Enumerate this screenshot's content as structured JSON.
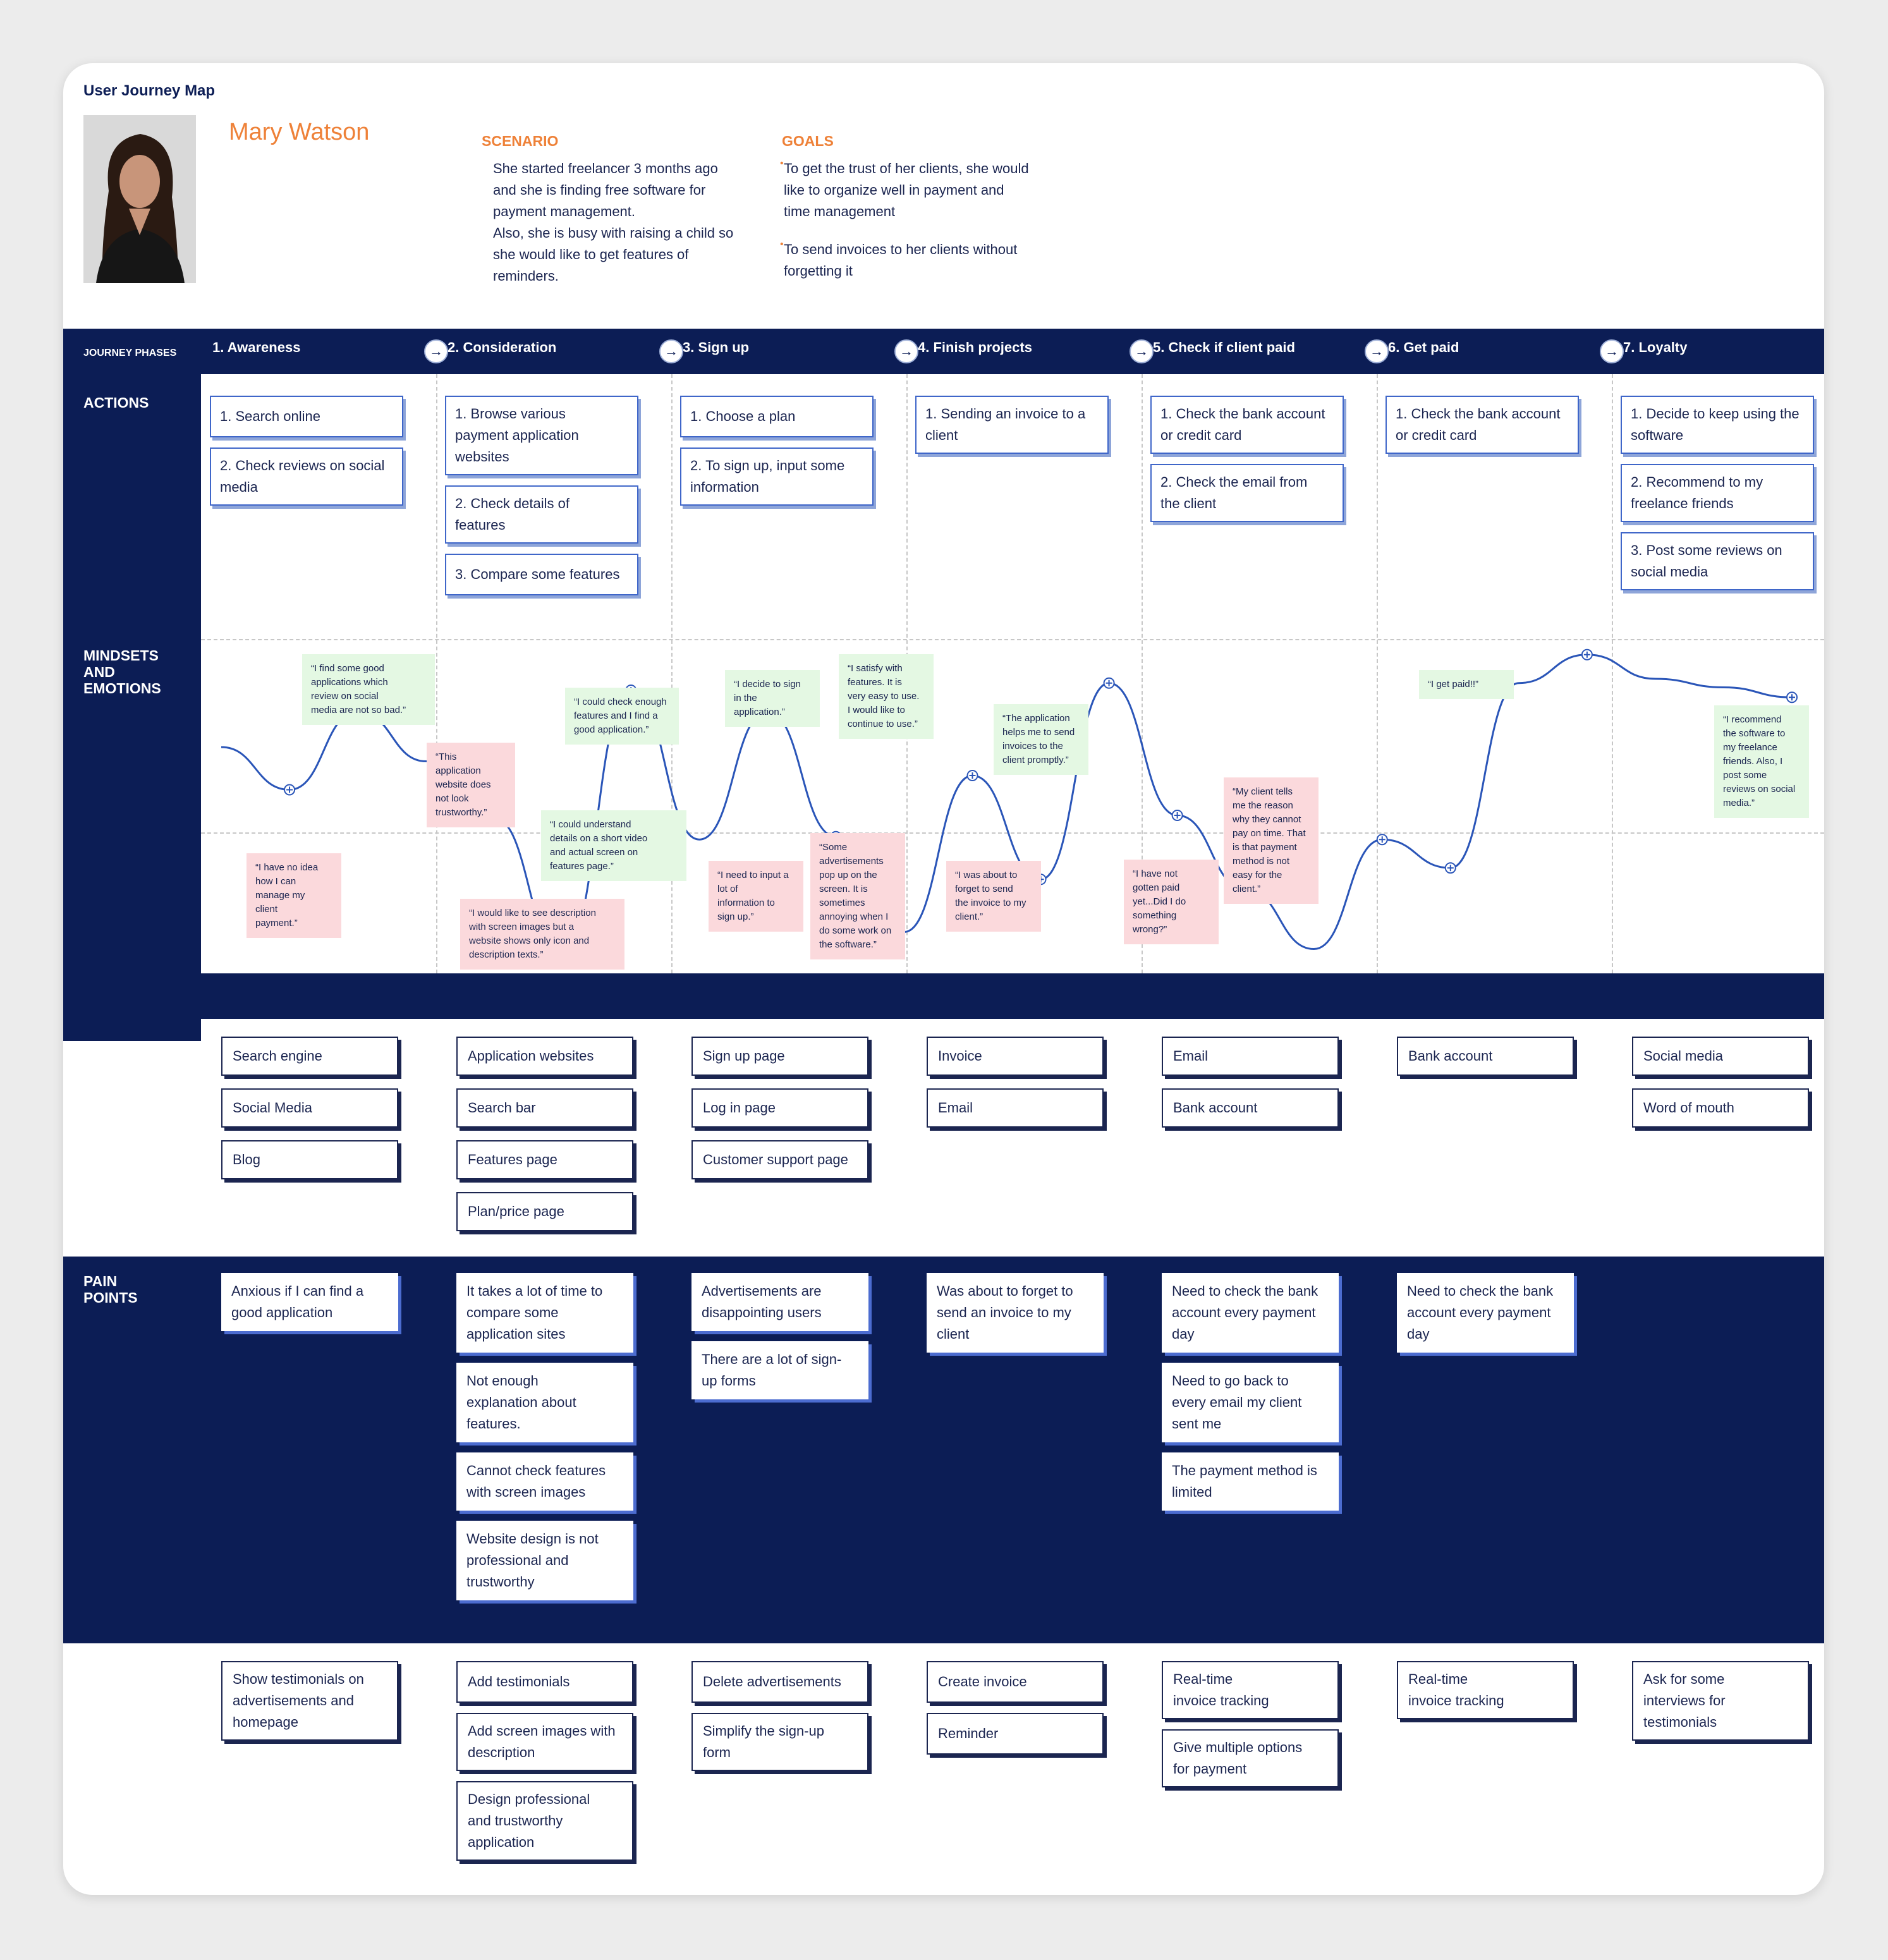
{
  "title": "User Journey Map",
  "persona": {
    "name": "Mary Watson"
  },
  "scenario": {
    "heading": "SCENARIO",
    "lines": [
      "She started freelancer 3 months ago",
      "and she is finding free software for",
      "payment management.",
      "Also, she is busy with raising a child so",
      "she would like to get features of",
      "reminders."
    ]
  },
  "goals": {
    "heading": "GOALS",
    "items": [
      [
        "To get the trust of her clients, she would",
        "like to organize well in payment and",
        "time management"
      ],
      [
        "To send invoices to her clients without",
        "forgetting it"
      ]
    ]
  },
  "rows": {
    "phases": "JOURNEY PHASES",
    "actions": "ACTIONS",
    "mindsets": "MINDSETS AND EMOTIONS",
    "pain": "PAIN POINTS"
  },
  "phases": [
    "1. Awareness",
    "2. Consideration",
    "3. Sign up",
    "4. Finish projects",
    "5. Check if client paid",
    "6. Get paid",
    "7. Loyalty"
  ],
  "arrow_glyph": "→",
  "actions": [
    [
      [
        "1. Search online"
      ],
      [
        "2. Check reviews on social",
        "media"
      ]
    ],
    [
      [
        "1. Browse various",
        "payment application",
        "websites"
      ],
      [
        "2. Check details of",
        "features"
      ],
      [
        "3. Compare some features"
      ]
    ],
    [
      [
        "1. Choose a plan"
      ],
      [
        "2. To sign up, input some",
        "information"
      ]
    ],
    [
      [
        "1. Sending an invoice to a",
        "client"
      ]
    ],
    [
      [
        "1.  Check the bank account",
        "or credit card"
      ],
      [
        "2. Check the email from",
        "the client"
      ]
    ],
    [
      [
        "1. Check the bank account",
        "or credit card"
      ]
    ],
    [
      [
        "1. Decide to keep using the",
        "software"
      ],
      [
        "2. Recommend to my",
        "freelance friends"
      ],
      [
        "3. Post some reviews on",
        "social media"
      ]
    ]
  ],
  "emotion_curve": {
    "points": [
      [
        0,
        60
      ],
      [
        1,
        30
      ],
      [
        2,
        85
      ],
      [
        3,
        50
      ],
      [
        4,
        10
      ],
      [
        5,
        -85
      ],
      [
        6,
        100
      ],
      [
        7,
        -5
      ],
      [
        8,
        85
      ],
      [
        9,
        -3
      ],
      [
        10,
        -70
      ],
      [
        11,
        40
      ],
      [
        12,
        -33
      ],
      [
        13,
        105
      ],
      [
        14,
        12
      ],
      [
        15,
        -40
      ],
      [
        16,
        -82
      ],
      [
        17,
        -5
      ],
      [
        18,
        -25
      ],
      [
        19,
        105
      ],
      [
        20,
        125
      ],
      [
        21,
        108
      ],
      [
        22,
        102
      ],
      [
        23,
        95
      ]
    ],
    "notes": [
      {
        "color": "pink",
        "lines": [
          "“I have no idea",
          "how I can",
          "manage my",
          "client",
          "payment.”"
        ]
      },
      {
        "color": "green",
        "lines": [
          "“I find some good",
          "applications which",
          "review on social",
          "media are not so bad.”"
        ]
      },
      {
        "color": "pink",
        "lines": [
          "“This",
          "application",
          "website does",
          "not look",
          "trustworthy.”"
        ]
      },
      {
        "color": "pink",
        "lines": [
          "“I would like to  see description",
          "with screen images but a",
          "website shows only icon and",
          "description texts.”"
        ]
      },
      {
        "color": "green",
        "lines": [
          "“I could understand",
          "details on a short video",
          "and actual screen on",
          "features page.”"
        ]
      },
      {
        "color": "green",
        "lines": [
          "“I could check enough",
          "features and I find a",
          "good application.”"
        ]
      },
      {
        "color": "green",
        "lines": [
          "“I decide to sign",
          "in the",
          "application.”"
        ]
      },
      {
        "color": "pink",
        "lines": [
          "“I need to input a",
          "lot of",
          "information to",
          "sign up.”"
        ]
      },
      {
        "color": "pink",
        "lines": [
          "“Some",
          "advertisements",
          "pop up on the",
          "screen. It is",
          "sometimes",
          "annoying when I",
          "do some work on",
          "the software.”"
        ]
      },
      {
        "color": "green",
        "lines": [
          "“I satisfy with",
          "features. It is",
          "very easy to use.",
          "I would like to",
          "continue to use.”"
        ]
      },
      {
        "color": "pink",
        "lines": [
          "“I was about to",
          "forget to send",
          "the invoice to my",
          "client.”"
        ]
      },
      {
        "color": "green",
        "lines": [
          "“The application",
          "helps me to send",
          "invoices to the",
          "client promptly.”"
        ]
      },
      {
        "color": "pink",
        "lines": [
          "“I have not",
          "gotten paid",
          "yet...Did I do",
          "something",
          "wrong?”"
        ]
      },
      {
        "color": "pink",
        "lines": [
          "“My client tells",
          "me the reason",
          "why they cannot",
          "pay on time. That",
          "is that payment",
          "method is not",
          "easy for the",
          "client.”"
        ]
      },
      {
        "color": "green",
        "lines": [
          "“I get paid!!”"
        ]
      },
      {
        "color": "green",
        "lines": [
          "“I recommend",
          "the software to",
          "my freelance",
          "friends. Also, I",
          "post some",
          "reviews on social",
          "media.”"
        ]
      }
    ]
  },
  "touchpoints": [
    [
      "Search engine",
      "Social Media",
      "Blog"
    ],
    [
      "Application websites",
      "Search bar",
      "Features page",
      "Plan/price page"
    ],
    [
      "Sign up page",
      "Log in page",
      "Customer support page"
    ],
    [
      "Invoice",
      "Email"
    ],
    [
      "Email",
      "Bank account"
    ],
    [
      "Bank account"
    ],
    [
      "Social media",
      "Word of mouth"
    ]
  ],
  "pain_points": [
    [
      [
        "Anxious if I can find a",
        "good application"
      ]
    ],
    [
      [
        "It takes a lot of time to",
        "compare some",
        "application sites"
      ],
      [
        "Not enough",
        "explanation about",
        "features."
      ],
      [
        "Cannot check features",
        "with screen images"
      ],
      [
        "Website design is not",
        "professional and",
        "trustworthy"
      ]
    ],
    [
      [
        "Advertisements are",
        "disappointing users"
      ],
      [
        "There are a lot of sign-",
        "up forms"
      ]
    ],
    [
      [
        "Was about to forget to",
        "send an invoice to my",
        "client"
      ]
    ],
    [
      [
        "Need to check the bank",
        "account every payment",
        "day"
      ],
      [
        "Need to go back to",
        "every email my client",
        "sent me"
      ],
      [
        "The payment method is",
        "limited"
      ]
    ],
    [
      [
        "Need to check the bank",
        "account every payment",
        "day"
      ]
    ],
    []
  ],
  "opportunities": [
    [
      [
        "Show testimonials on",
        "advertisements and",
        "homepage"
      ]
    ],
    [
      [
        "Add testimonials"
      ],
      [
        "Add screen images with",
        "description"
      ],
      [
        "Design professional",
        "and trustworthy",
        "application"
      ]
    ],
    [
      [
        "Delete advertisements"
      ],
      [
        "Simplify the sign-up",
        "form"
      ]
    ],
    [
      [
        "Create invoice"
      ],
      [
        "Reminder"
      ]
    ],
    [
      [
        "Real-time",
        "invoice tracking"
      ],
      [
        "Give multiple options",
        "for payment"
      ]
    ],
    [
      [
        "Real-time",
        "invoice tracking"
      ]
    ],
    [
      [
        "Ask for some",
        "interviews for",
        "testimonials"
      ]
    ]
  ],
  "colors": {
    "navy": "#0c1d55",
    "orange": "#ee8138",
    "note_green": "#e4f8e3",
    "note_pink": "#fbd9dc",
    "card_blue": "#3f66c9"
  }
}
